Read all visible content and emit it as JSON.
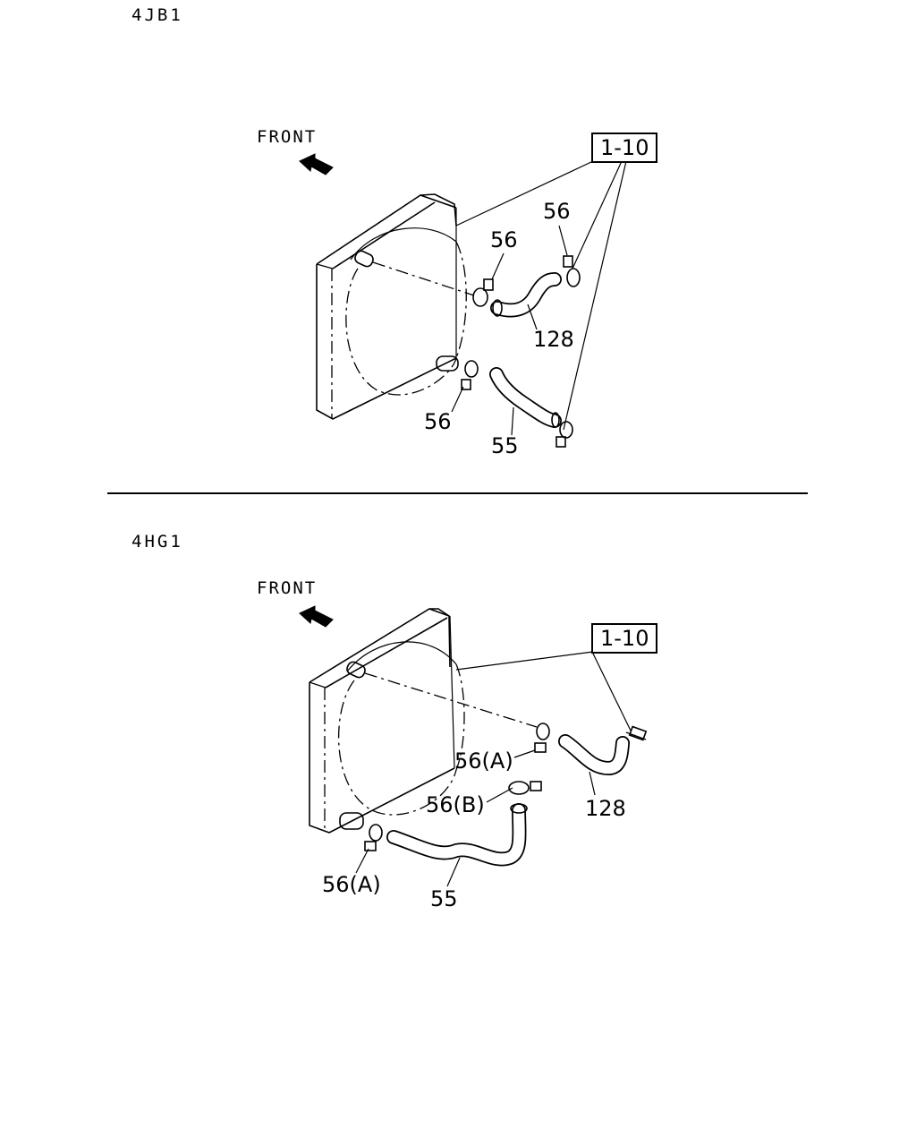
{
  "sections": [
    {
      "engine": "4JB1",
      "front_label": "FRONT",
      "ref_box": "1-10",
      "callouts": {
        "clamp_upper_left": "56",
        "clamp_upper_right": "56",
        "clamp_lower": "56",
        "hose_upper": "128",
        "hose_lower": "55"
      }
    },
    {
      "engine": "4HG1",
      "front_label": "FRONT",
      "ref_box": "1-10",
      "callouts": {
        "clamp_upper": "56(A)",
        "clamp_middle": "56(B)",
        "clamp_lower": "56(A)",
        "hose_upper": "128",
        "hose_lower": "55"
      }
    }
  ]
}
